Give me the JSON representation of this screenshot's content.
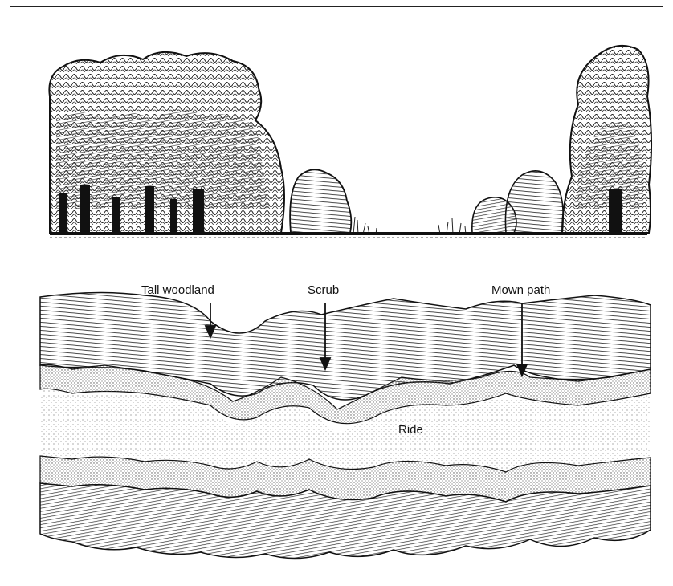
{
  "figure": {
    "labels": {
      "tall_woodland": "Tall woodland",
      "scrub": "Scrub",
      "mown_path": "Mown path",
      "ride": "Ride"
    }
  },
  "colors": {
    "ink": "#1a1a1a",
    "paper": "#ffffff",
    "hatch": "#3a3a3a",
    "stipple": "#8a8a8a"
  }
}
